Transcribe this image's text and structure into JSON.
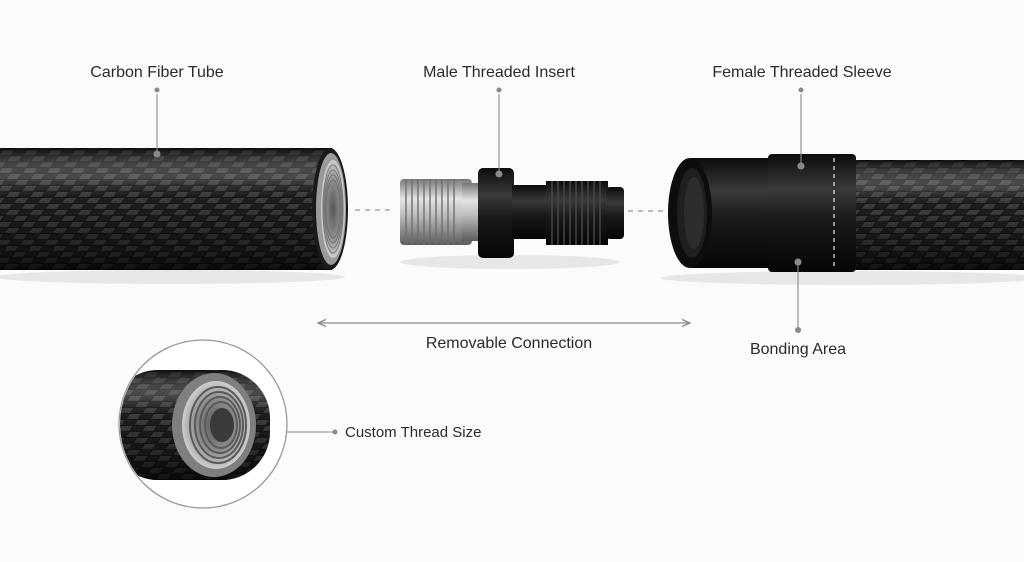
{
  "labels": {
    "carbon_tube": "Carbon Fiber Tube",
    "male_insert": "Male Threaded Insert",
    "female_sleeve": "Female Threaded Sleeve",
    "removable": "Removable Connection",
    "bonding": "Bonding Area",
    "custom_thread": "Custom Thread Size"
  },
  "colors": {
    "background": "#fbfbfb",
    "carbon_dark": "#111111",
    "carbon_light": "#4a4a4a",
    "steel": "#c9c9c9",
    "anodized_black": "#1c1c1c",
    "leader_line": "#8a8a8a"
  }
}
